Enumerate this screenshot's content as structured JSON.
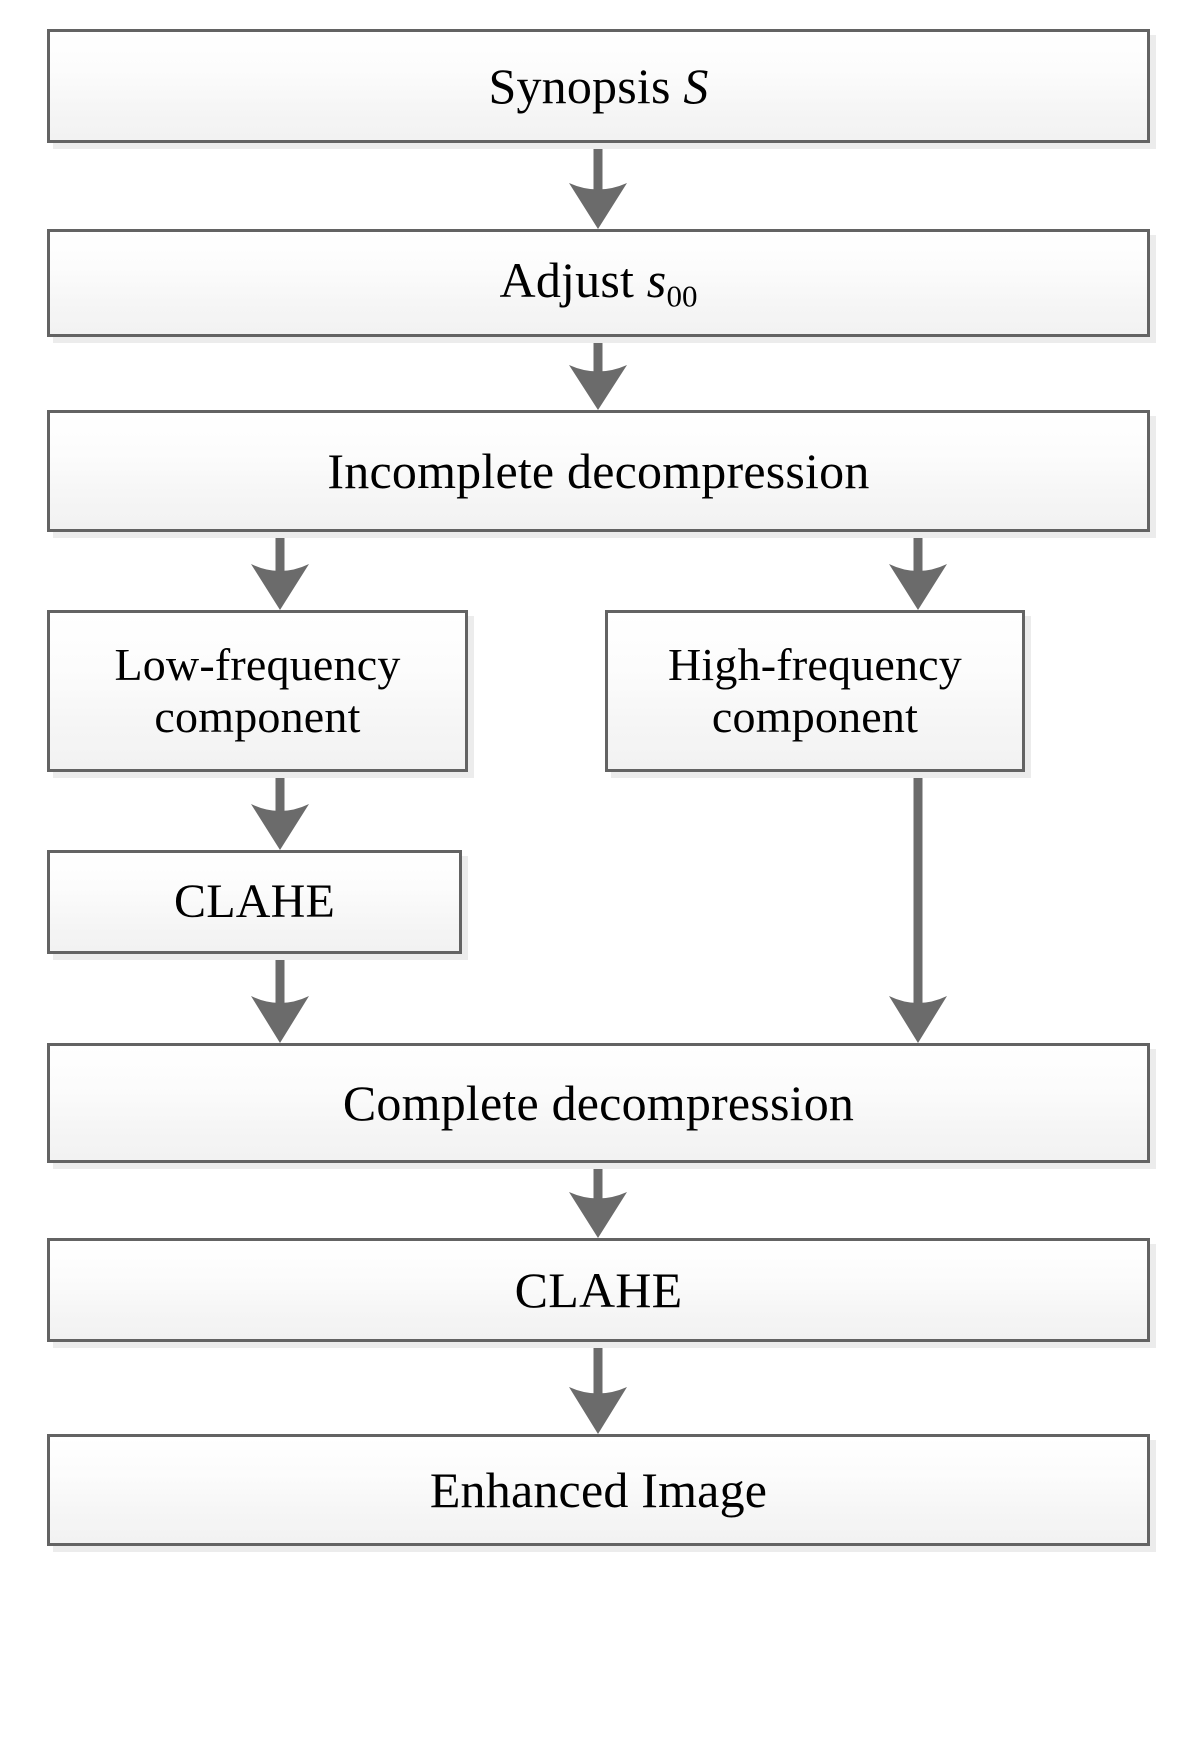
{
  "diagram": {
    "type": "flowchart",
    "title": "",
    "orientation": "top-to-bottom",
    "colors": {
      "box_border": "#636363",
      "box_fill_top": "#ffffff",
      "box_fill_bottom": "#f2f2f2",
      "box_shadow": "#ececec",
      "arrow": "#6b6b6b",
      "text": "#000000",
      "background": "#ffffff"
    },
    "nodes": [
      {
        "id": "synopsis",
        "label": "Synopsis S",
        "text_plain": "Synopsis S",
        "italic_part": "S"
      },
      {
        "id": "adjust",
        "label": "Adjust s00",
        "text_plain": "Adjust s₀₀",
        "italic_part": "s",
        "subscript": "00"
      },
      {
        "id": "incomplete",
        "label": "Incomplete decompression",
        "text_plain": "Incomplete decompression"
      },
      {
        "id": "lowfreq",
        "label": "Low-frequency component",
        "line1": "Low-frequency",
        "line2": "component"
      },
      {
        "id": "highfreq",
        "label": "High-frequency component",
        "line1": "High-frequency",
        "line2": "component"
      },
      {
        "id": "clahe1",
        "label": "CLAHE",
        "text_plain": "CLAHE"
      },
      {
        "id": "complete",
        "label": "Complete decompression",
        "text_plain": "Complete decompression"
      },
      {
        "id": "clahe2",
        "label": "CLAHE",
        "text_plain": "CLAHE"
      },
      {
        "id": "enhanced",
        "label": "Enhanced Image",
        "text_plain": "Enhanced Image"
      }
    ],
    "edges": [
      {
        "from": "synopsis",
        "to": "adjust",
        "label": ""
      },
      {
        "from": "adjust",
        "to": "incomplete",
        "label": ""
      },
      {
        "from": "incomplete",
        "to": "lowfreq",
        "label": ""
      },
      {
        "from": "incomplete",
        "to": "highfreq",
        "label": ""
      },
      {
        "from": "lowfreq",
        "to": "clahe1",
        "label": ""
      },
      {
        "from": "clahe1",
        "to": "complete",
        "label": ""
      },
      {
        "from": "highfreq",
        "to": "complete",
        "label": ""
      },
      {
        "from": "complete",
        "to": "clahe2",
        "label": ""
      },
      {
        "from": "clahe2",
        "to": "enhanced",
        "label": ""
      }
    ]
  }
}
